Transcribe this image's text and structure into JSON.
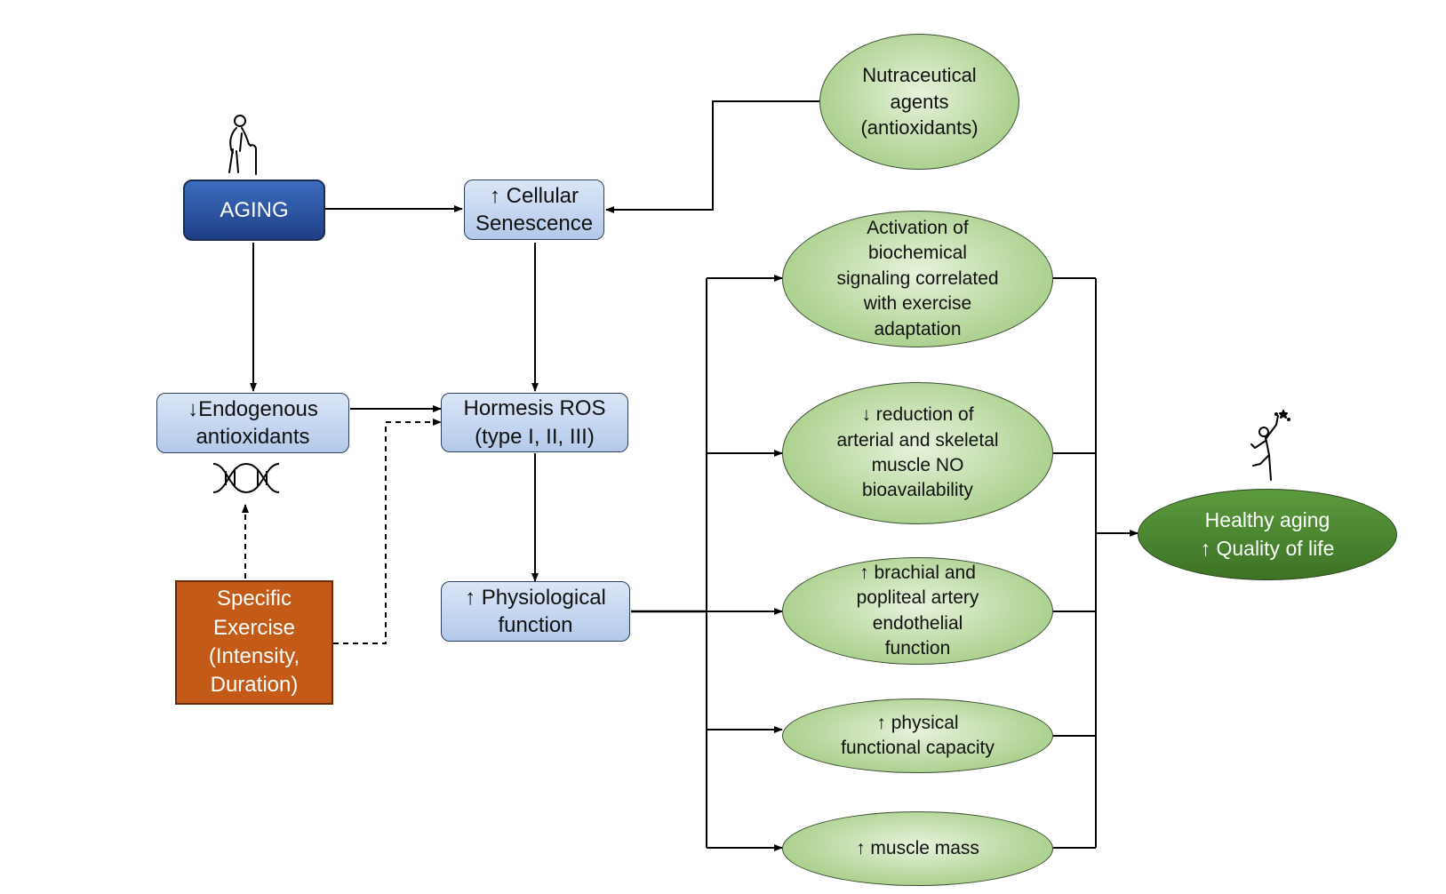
{
  "nodes": {
    "aging": "AGING",
    "cellular_senescence": "↑ Cellular\nSenescence",
    "nutraceutical": "Nutraceutical\nagents\n(antioxidants)",
    "endogenous": "↓Endogenous\nantioxidants",
    "hormesis": "Hormesis ROS\n(type I, II, III)",
    "physiological": "↑ Physiological\nfunction",
    "exercise": "Specific\nExercise\n(Intensity,\nDuration)",
    "activation": "Activation of\nbiochemical\nsignaling correlated\nwith exercise\nadaptation",
    "no_reduction": "↓ reduction of\narterial and skeletal\nmuscle NO\nbioavailability",
    "brachial": "↑ brachial and\npopliteal artery\nendothelial\nfunction",
    "physical_capacity": "↑ physical\nfunctional capacity",
    "muscle_mass": "↑ muscle mass",
    "healthy_aging": "Healthy aging\n↑ Quality of life"
  },
  "icons": {
    "elderly": "elderly-person-icon",
    "dna": "dna-icon",
    "reaching": "person-reaching-star-icon"
  },
  "colors": {
    "aging_fill": "#1e3f86",
    "blue_box_fill": "#c6d6f0",
    "orange_fill": "#c45a18",
    "green_fill": "#b9d89f",
    "dark_green_fill": "#3c7324"
  }
}
